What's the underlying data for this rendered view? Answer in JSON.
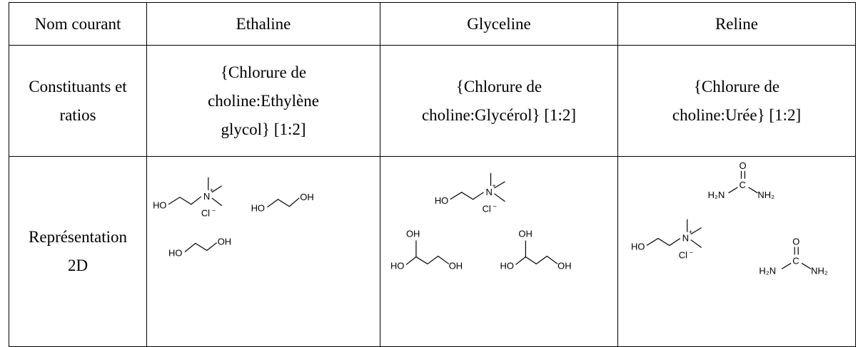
{
  "table": {
    "header": {
      "label": "Nom courant",
      "names": [
        "Ethaline",
        "Glyceline",
        "Reline"
      ]
    },
    "constituents_row": {
      "label": "Constituants et\nratios",
      "values": [
        "{Chlorure de\ncholine:Ethylène\nglycol} [1:2]",
        "{Chlorure de\ncholine:Glycérol} [1:2]",
        "{Chlorure de\ncholine:Urée} [1:2]"
      ]
    },
    "structure_row": {
      "label": "Représentation\n2D"
    }
  },
  "chem_labels": {
    "ho": "HO",
    "oh": "OH",
    "n": "N",
    "plus": "+",
    "cl": "Cl",
    "minus": "−",
    "o": "O",
    "c": "C",
    "h2n": "H₂N",
    "nh2": "NH₂"
  }
}
